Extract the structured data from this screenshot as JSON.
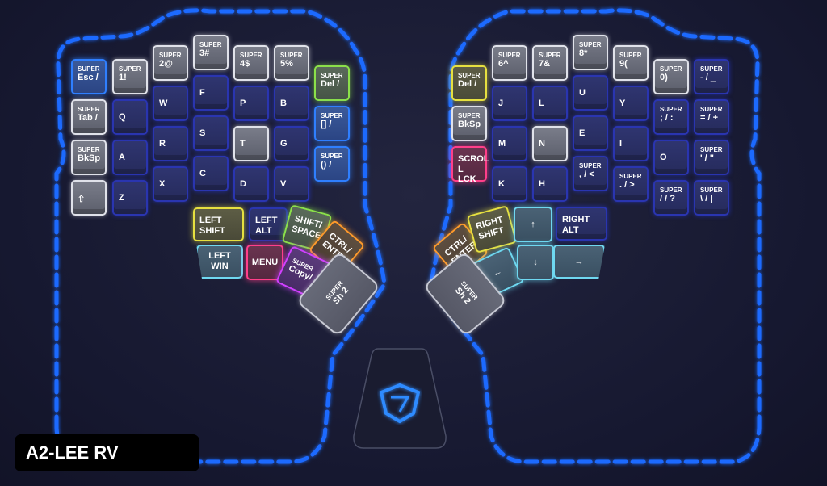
{
  "title": "A2-LEE RV",
  "super": "SUPER",
  "left": {
    "esc": "Esc /",
    "tab": "Tab /",
    "bksp": "BkSp",
    "shift_icon": "⇧",
    "k1": "1!",
    "k2": "2@",
    "k3": "3#",
    "k4": "4$",
    "k5": "5%",
    "q": "Q",
    "a": "A",
    "z": "Z",
    "w": "W",
    "r": "R",
    "x": "X",
    "f": "F",
    "s": "S",
    "c": "C",
    "p": "P",
    "t": "T",
    "d": "D",
    "b": "B",
    "g": "G",
    "v": "V",
    "del": "Del /",
    "brackets": "[] /",
    "parens": "() /"
  },
  "right": {
    "del": "Del /",
    "bksp": "BkSp",
    "scroll": "SCROL L LCK",
    "k6": "6^",
    "k7": "7&",
    "k8": "8*",
    "k9": "9(",
    "k0": "0)",
    "j": "J",
    "m": "M",
    "k": "K",
    "l": "L",
    "n": "N",
    "h": "H",
    "u": "U",
    "e": "E",
    "comma": ", / <",
    "y": "Y",
    "i": "I",
    "period": ". / >",
    "semicolon": "; / :",
    "o": "O",
    "slash": "/ / ?",
    "minus": "- / _",
    "equals": "= / +",
    "quote": "' / \"",
    "backslash": "\\ / |"
  },
  "thumb_left": {
    "left_shift": "LEFT SHIFT",
    "left_alt": "LEFT ALT",
    "shift_space": "SHIFT/ SPACE",
    "ctrl_enter": "CTRL/ ENTER",
    "left_win": "LEFT WIN",
    "menu": "MENU",
    "copy": "Copy/",
    "sh2": "Sh 2"
  },
  "thumb_right": {
    "ctrl_enter": "CTRL/ ENTER",
    "right_shift": "RIGHT SHIFT",
    "up": "↑",
    "right_alt": "RIGHT ALT",
    "left": "←",
    "down": "↓",
    "right": "→",
    "sh2": "Sh 2"
  },
  "colors": {
    "outline": "#1f6bff",
    "accent_green": "#8be04a",
    "accent_yellow": "#e6e040",
    "accent_pink": "#ff3f8a",
    "accent_orange": "#ff9a2a",
    "accent_cyan": "#6fd8f0",
    "accent_purple": "#d040ff"
  }
}
